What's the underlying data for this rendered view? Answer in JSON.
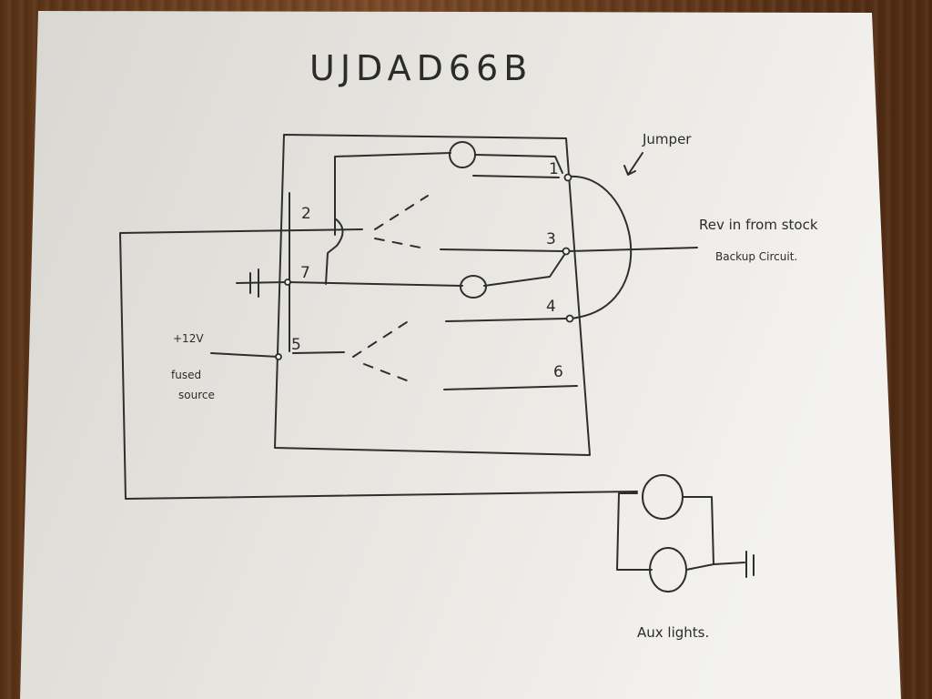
{
  "diagram": {
    "title": "UJDAD66B",
    "terminals": {
      "t1": "1",
      "t2": "2",
      "t3": "3",
      "t4": "4",
      "t5": "5",
      "t6": "6",
      "t7": "7"
    },
    "labels": {
      "jumper": "Jumper",
      "rev_in_line1": "Rev in from stock",
      "rev_in_line2": "Backup Circuit.",
      "supply_line1": "+12V",
      "supply_line2": "fused",
      "supply_line3": "source",
      "aux": "Aux lights."
    }
  }
}
